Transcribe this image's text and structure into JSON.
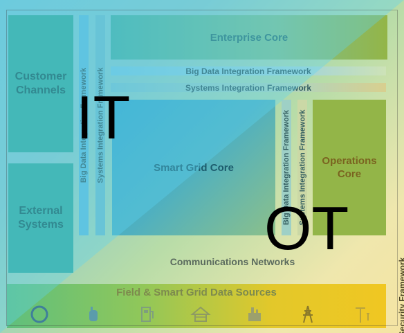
{
  "blocks": {
    "customer_channels": "Customer Channels",
    "external_systems": "External Systems",
    "enterprise_core": "Enterprise Core",
    "smart_grid_core": "Smart Grid Core",
    "operations_core": "Operations Core",
    "communications_networks": "Communications Networks",
    "field_data_sources": "Field & Smart Grid Data Sources"
  },
  "frameworks": {
    "big_data": "Big Data Integration Framework",
    "systems_integration": "Systems Integration Framework",
    "security": "Security Framework"
  },
  "overlay_labels": {
    "it": "IT",
    "ot": "OT"
  },
  "icons": [
    "circle-icon",
    "hand-icon",
    "charger-icon",
    "house-solar-icon",
    "factory-icon",
    "transmission-tower-icon",
    "utility-pole-icon"
  ],
  "colors": {
    "it_overlay": "#5cd5f4",
    "teal": "#38a998",
    "green": "#93b548",
    "smart_grid_blue": "#38a7c9",
    "field_yellow": "#f0c722"
  }
}
